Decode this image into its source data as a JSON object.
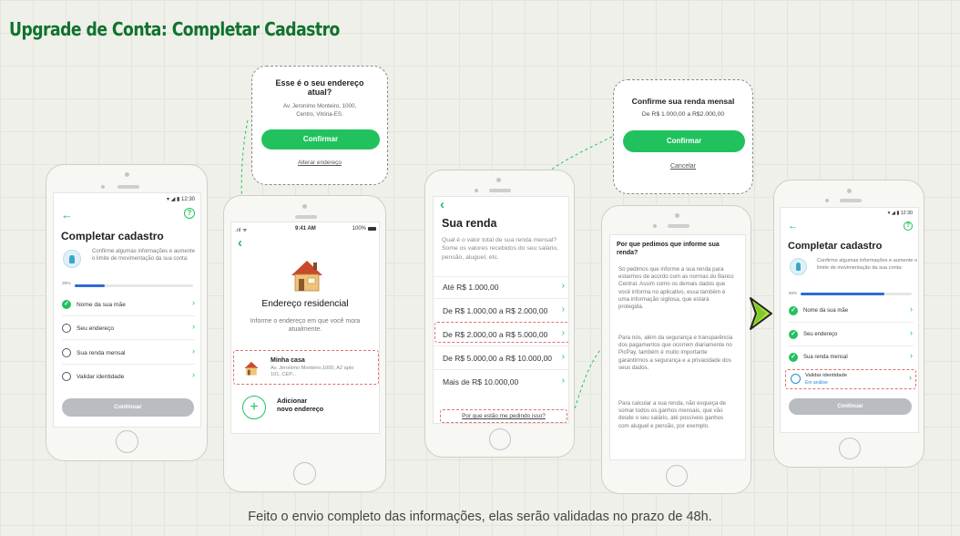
{
  "board": {
    "title": "Upgrade de Conta: Completar Cadastro",
    "caption": "Feito o envio completo das informações, elas serão validadas no prazo de 48h."
  },
  "colors": {
    "accent": "#21c25e",
    "title": "#11722f",
    "progress": "#2d6ad8"
  },
  "screen1": {
    "status_time": "▾ ◢ ▮ 12:30",
    "title": "Completar cadastro",
    "info": "Confirme algumas informações e aumente o limite de movimentação da sua conta:",
    "progress_label": "25%",
    "progress": 0.25,
    "items": [
      {
        "label": "Nome da sua mãe",
        "done": true
      },
      {
        "label": "Seu endereço",
        "done": false
      },
      {
        "label": "Sua renda mensal",
        "done": false
      },
      {
        "label": "Validar identidade",
        "done": false
      }
    ],
    "button": "Continuar"
  },
  "address_modal": {
    "title": "Esse é o seu endereço atual?",
    "address": "Av. Jeronimo Monteiro, 1000, Centro, Vitória-ES.",
    "confirm": "Confirmar",
    "alter": "Alterar endereço"
  },
  "screen2": {
    "time": "9:41 AM",
    "battery": "100%",
    "title": "Endereço residencial",
    "subtitle": "Informe o endereço em que você mora atualmente.",
    "home_title": "Minha casa",
    "home_address": "Av. Jeronimo Monteiro,1000, A2 apto 101, CEP...",
    "add_line1": "Adicionar",
    "add_line2": "novo endereço",
    "house_icon": "house-icon"
  },
  "screen3": {
    "title": "Sua renda",
    "question": "Qual é o valor total de sua renda mensal? Some os valores recebidos do seu salário, pensão, aluguel, etc.",
    "options": [
      "Até R$ 1.000,00",
      "De R$ 1.000,00 a R$ 2.000,00",
      "De R$ 2.000,00 a R$ 5.000,00",
      "De R$ 5.000,00 a R$ 10.000,00",
      "Mais de R$ 10.000,00"
    ],
    "why_link": "Por que estão me pedindo isso?"
  },
  "income_modal": {
    "title": "Confirme sua renda mensal",
    "range": "De R$ 1.000,00 a R$2.000,00",
    "confirm": "Confirmar",
    "cancel": "Cancelar"
  },
  "screen4": {
    "title": "Por que pedimos que informe sua renda?",
    "p1": "Só pedimos que informe a sua renda para estarmos de acordo com as normas do Banco Central. Assim como os demais dados que você informa no aplicativo, essa também é uma informação sigilosa, que estará protegida.",
    "p2": "Para nós, além da segurança e transparência dos pagamentos que ocorrem diariamente no PicPay, também é muito importante garantirmos a segurança e a privacidade dos seus dados.",
    "p3": "Para calcular a sua renda, não esqueça de somar todos os ganhos mensais, que vão desde o seu salário, até possíveis ganhos com aluguel e pensão, por exemplo."
  },
  "screen5": {
    "status_time": "▾ ◢ ▮ 12:30",
    "title": "Completar cadastro",
    "info": "Confirme algumas informações e aumente o limite de movimentação da sua conta:",
    "progress_label": "50%",
    "progress": 0.75,
    "items": [
      {
        "label": "Nome da sua mãe",
        "done": true
      },
      {
        "label": "Seu endereço",
        "done": true
      },
      {
        "label": "Sua renda mensal",
        "done": true
      }
    ],
    "validate_label": "Validar identidade",
    "validate_status": "Em análise",
    "button": "Continuar"
  }
}
